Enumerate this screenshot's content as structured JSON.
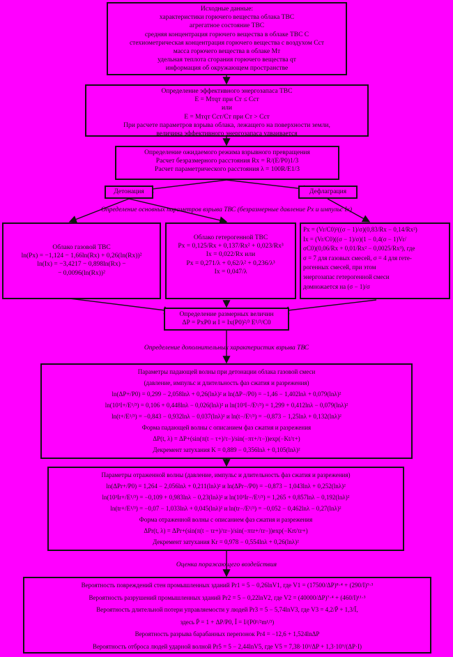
{
  "b1": {
    "lines": [
      "Исходные данные:",
      "характеристики горючего вещества облака ТВС",
      "агрегатное состояние ТВС",
      "средняя концентрация горючего вещества в облаке ТВС С",
      "стехиометрическая концентрация горючего вещества с воздухом Сст",
      "масса горючего вещества в облаке Мт",
      "удельная теплота сгорания горючего вещества qт",
      "информация об окружающем пространстве"
    ]
  },
  "b2": {
    "lines": [
      "Определение эффективного энергозапаса ТВС",
      "E = Mтqт при Cт ≤ Cст",
      "или",
      "E = Mтqт Cст/Cт при Cт > Cст",
      "При расчете параметров взрыва облака, лежащего на поверхности земли,",
      "величина эффективного энергозапаса удваивается"
    ]
  },
  "b3": {
    "lines": [
      "Определение ожидаемого режима взрывного превращения",
      "Расчет безразмерного расстояния Rx = R/(E/P0)1/3",
      "Расчет параметрического расстояния λ = 100R/E1/3"
    ]
  },
  "det": "Детонация",
  "def": "Дефлаграция",
  "lbl1": "Определение основных параметров взрыва ТВС (безразмерные давление Px и импульс Ix)",
  "b4": {
    "lines": [
      "Облако газовой ТВС",
      "ln(Px) = −1,124 − 1,66ln(Rx) + 0,26(ln(Rx))²",
      "ln(Ix) = −3,4217 − 0,898ln(Rx) −",
      "− 0,0096(ln(Rx))²"
    ]
  },
  "b5": {
    "lines": [
      "Облако гетерогенной ТВС",
      "Px = 0,125/Rx + 0,137/Rx² + 0,023/Rx³",
      "Ix = 0,022/Rx или",
      "Px = 0,271/λ + 0,62/λ² + 0,236/λ³",
      "Ix = 0,047/λ"
    ]
  },
  "b6": {
    "lines": [
      "Px = (Vr/C0)²((σ − 1)/σ)(0,83/Rx − 0,14/Rx²)",
      "Ix = (Vr/C0)((σ − 1)/σ)(1 − 0,4(σ − 1)Vr/",
      "σC0)(0,06/Rx + 0,01/Rx² − 0,0025/Rx³), где",
      "σ = 7 для газовых смесей, σ = 4 для гете-",
      "рогенных смесей, при этом",
      "энергозапас гетерогенной смеси",
      "домножается на (σ − 1)/σ"
    ]
  },
  "b7": {
    "lines": [
      "Определение размерных величин",
      "ΔP = PxP0 и I = Ix(P0)²/³ E¹/³/C0"
    ]
  },
  "lbl2": "Определение дополнительных характеристик взрыва ТВС",
  "b8": {
    "lines": [
      "Параметры падающей волны при детонации облака газовой смеси",
      "(давление, импульс и длительность фаз сжатия и разрежения)",
      "ln(ΔP+/P0) = 0,299 − 2,058lnλ + 0,26(lnλ)² и ln(ΔP−/P0) = −1,46 − 1,402lnλ + 0,079(lnλ)²",
      "ln(10³I+/E¹/³) = 0,106 + 0,448lnλ − 0,026(lnλ)² и ln(10³I−/E¹/³) = 1,299 + 0,412lnλ − 0,079(lnλ)²",
      "ln(t+/E¹/³) = −0,843 − 0,932lnλ − 0,037(lnλ)² и ln(t−/E¹/³) = −0,873 − 1,25lnλ + 0,132(lnλ)²",
      "Форма падающей волны с описанием фаз сжатия и разрежения",
      "ΔP(t, λ) = ΔP+(sin(π(t − τ+)/τ−)/sin(−πτ+/τ−))exp(−Kt/τ+)",
      "Декремент затухания K = 0,889 − 0,356lnλ + 0,105(lnλ)²"
    ]
  },
  "b9": {
    "lines": [
      "Параметры отраженной волны (давление, импульс и длительность фаз сжатия и разрежения)",
      "ln(ΔPr+/P0) = 1,264 − 2,056lnλ + 0,211(lnλ)² и ln(ΔPr−/P0) = −0,873 − 1,043lnλ + 0,252(lnλ)²",
      "ln(10³Ir+/E¹/³) = −0,109 + 0,983lnλ − 0,23(lnλ)² и ln(10³Ir−/E¹/³) = 1,265 + 0,857lnλ − 0,192(lnλ)²",
      "ln(tr+/E¹/³) = −0,07 − 1,033lnλ + 0,045(lnλ)² и ln(tr−/E¹/³) = −0,052 − 0,462lnλ − 0,27(lnλ)²",
      "Форма отраженной волны с описанием фаз сжатия и разрежения",
      "ΔPr(t, λ) = ΔPr+(sin(π(t − τr+)/τr−)/sin(−πτr+/τr−))exp(−Krt/τr+)",
      "Декремент затухания Kr = 0,978 − 0,554lnλ + 0,26(lnλ)²"
    ]
  },
  "lbl3": "Оценка поражающего воздействия",
  "b10": {
    "lines": [
      "Вероятность повреждений стен промышленных зданий Pr1 = 5 − 0,26lnV1, где V1 = (17500/ΔP)⁸·⁴ + (290/I)⁹·³",
      "Вероятность разрушений промышленных зданий Pr2 = 5 − 0,22lnV2, где V2 = (40000/ΔP)⁷·⁴ + (460/I)¹¹·³",
      "Вероятность длительной потери управляемости у людей Pr3 = 5 − 5,74lnV3, где V3 = 4,2/P̄ + 1,3/Ī,",
      "здесь P̄ = 1 + ΔP/P0, Ī = I/(P0¹/²m¹/³)",
      "Вероятность разрыва барабанных перепонок Pr4 = −12,6 + 1,524lnΔP",
      "Вероятность отброса людей ударной волной Pr5 = 5 − 2,44lnV5, где V5 = 7,38·10³/ΔP + 1,3·10⁹/(ΔP·I)"
    ]
  }
}
